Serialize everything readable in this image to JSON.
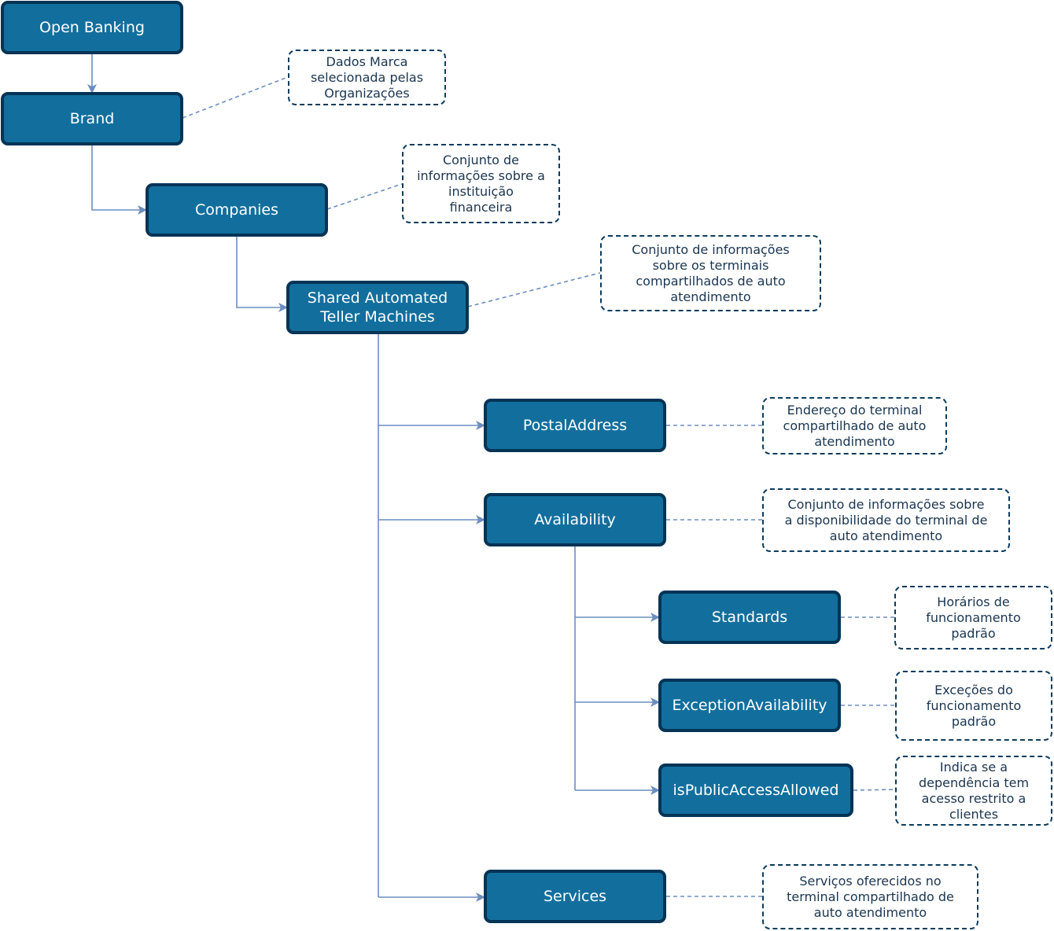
{
  "diagram": {
    "colors": {
      "node_fill": "#126f9d",
      "node_border": "#053456",
      "edge": "#6c8ebf",
      "note_border": "#0c3c5c"
    },
    "nodes": {
      "open_banking": "Open Banking",
      "brand": "Brand",
      "companies": "Companies",
      "shared_atm": "Shared Automated\nTeller Machines",
      "postal_address": "PostalAddress",
      "availability": "Availability",
      "standards": "Standards",
      "exception_availability": "ExceptionAvailability",
      "is_public_access_allowed": "isPublicAccessAllowed",
      "services": "Services"
    },
    "notes": {
      "brand": "Dados Marca\nselecionada pelas\nOrganizações",
      "companies": "Conjunto de\ninformações sobre a\ninstituição\nfinanceira",
      "shared_atm": "Conjunto de informações\nsobre os terminais\ncompartilhados de auto\natendimento",
      "postal_address": "Endereço do terminal\ncompartilhado de auto\natendimento",
      "availability": "Conjunto de informações sobre\na disponibilidade do terminal de\nauto atendimento",
      "standards": "Horários de\nfuncionamento\npadrão",
      "exception_availability": "Exceções do\nfuncionamento\npadrão",
      "is_public_access_allowed": "Indica se a\ndependência tem\nacesso restrito a\nclientes",
      "services": "Serviços oferecidos no\nterminal compartilhado de\nauto atendimento"
    }
  }
}
